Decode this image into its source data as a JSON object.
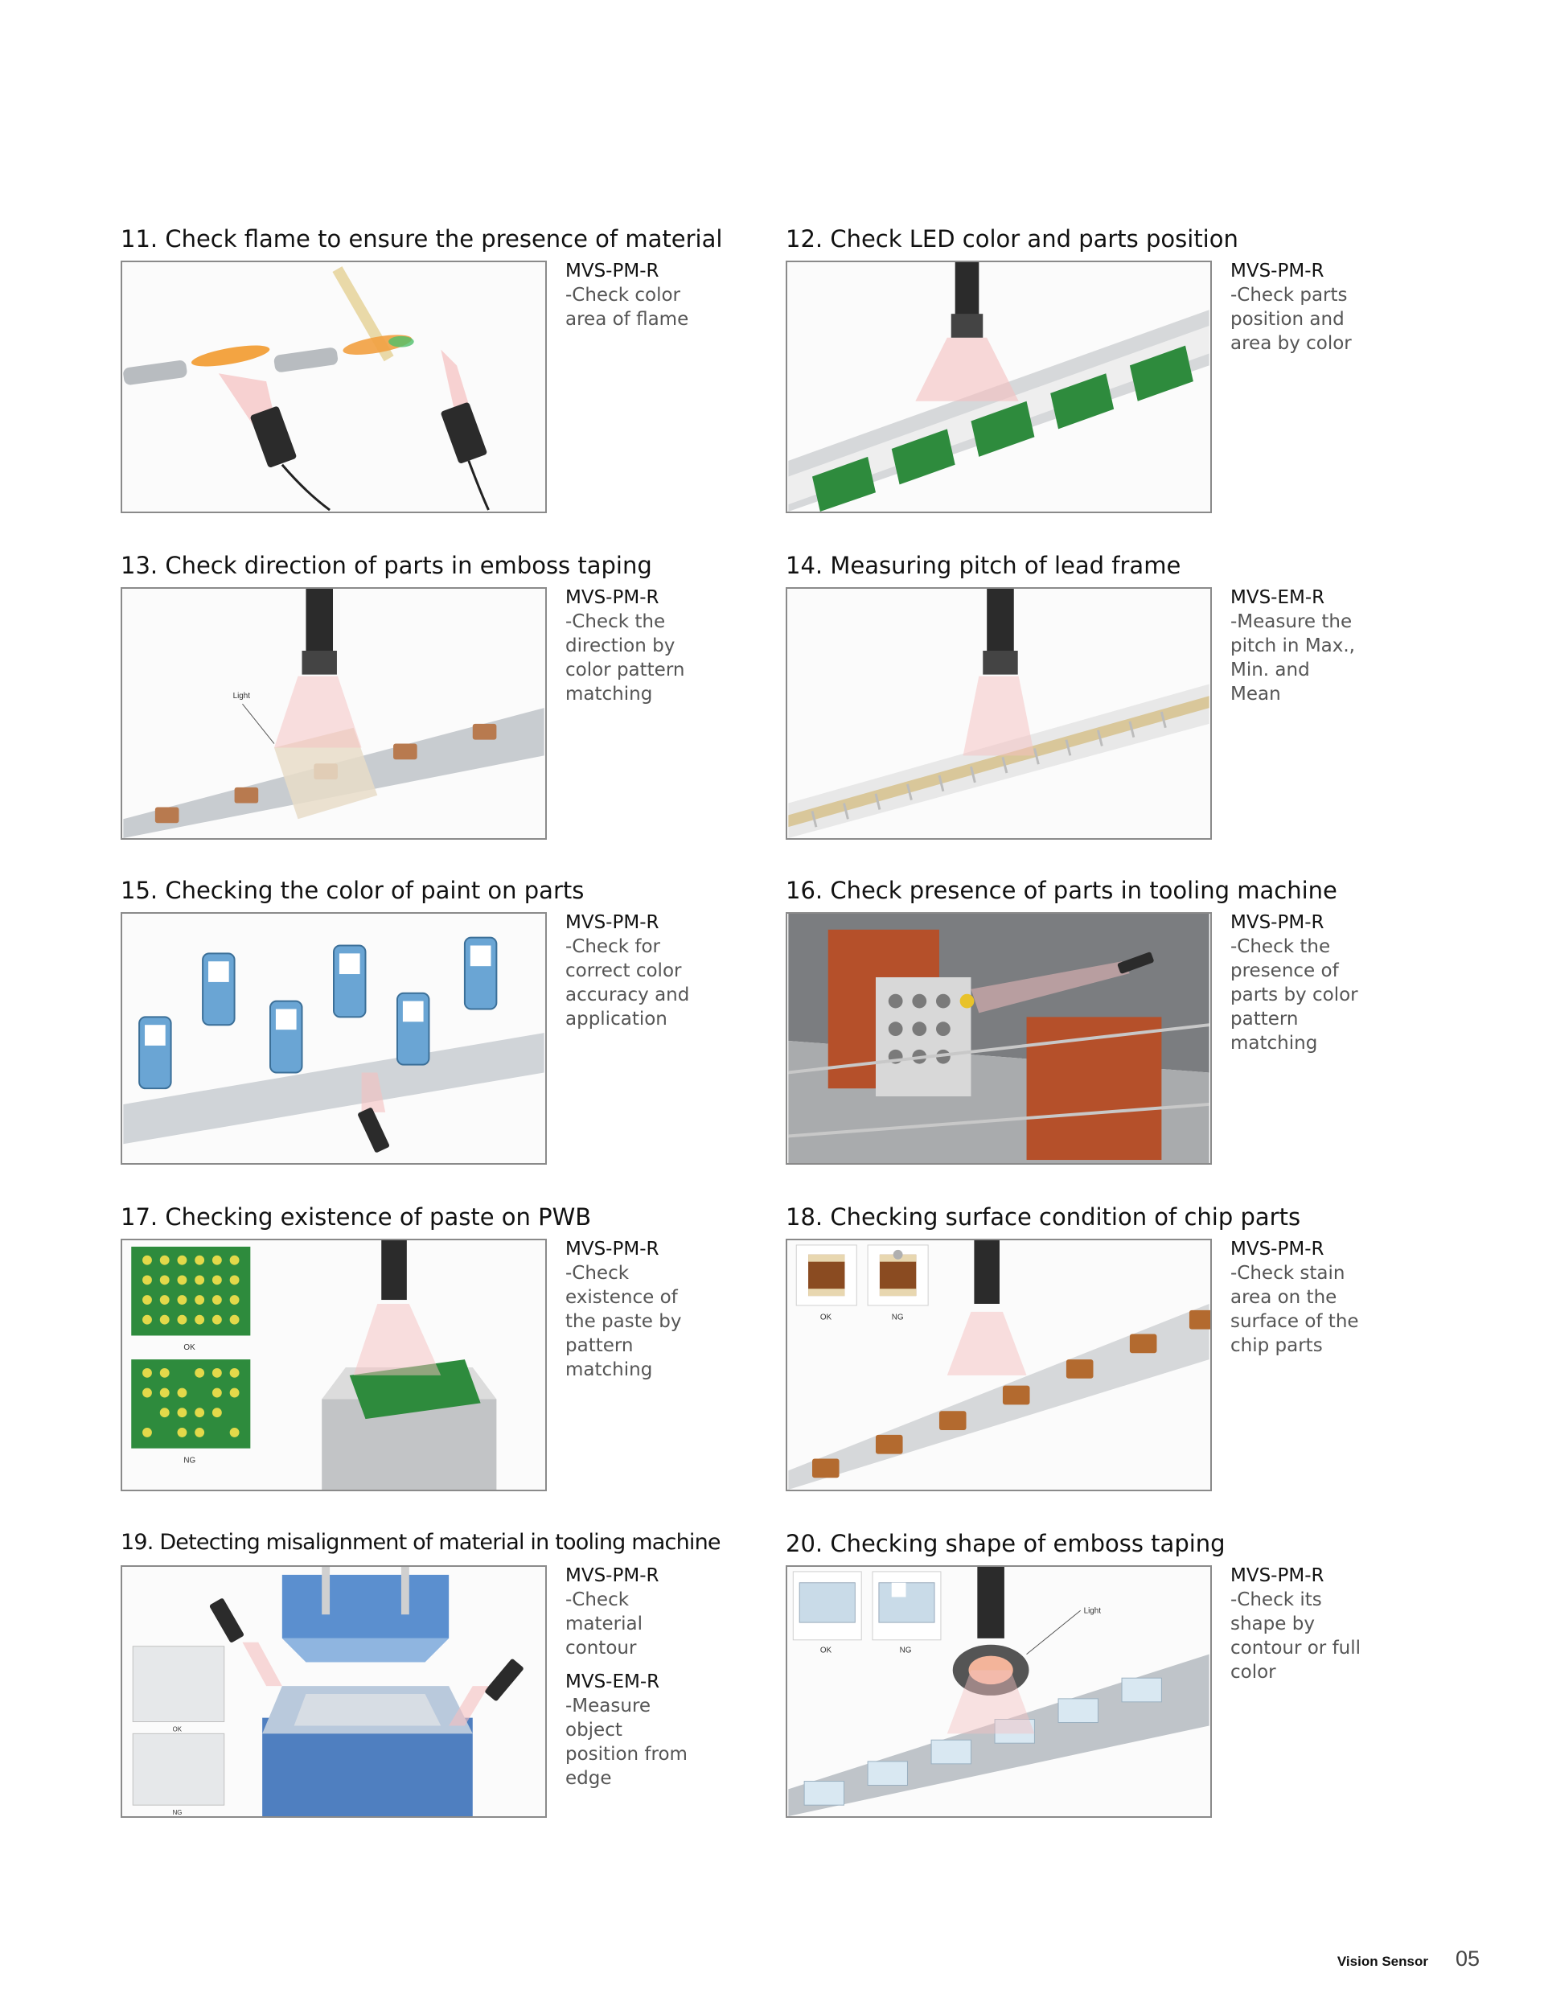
{
  "apps": [
    {
      "title": "11. Check flame to ensure the presence of material",
      "blocks": [
        {
          "model": "MVS-PM-R",
          "text": "-Check color\narea of flame"
        }
      ]
    },
    {
      "title": "12. Check LED color and parts position",
      "blocks": [
        {
          "model": "MVS-PM-R",
          "text": "-Check parts\nposition and\narea by color"
        }
      ]
    },
    {
      "title": "13. Check direction of parts in emboss taping",
      "figure_label": "Light",
      "blocks": [
        {
          "model": "MVS-PM-R",
          "text": "-Check the\ndirection by\ncolor pattern\nmatching"
        }
      ]
    },
    {
      "title": "14. Measuring pitch of lead frame",
      "blocks": [
        {
          "model": "MVS-EM-R",
          "text": "-Measure the\npitch in Max.,\nMin. and\nMean"
        }
      ]
    },
    {
      "title": "15. Checking the color of paint on parts",
      "blocks": [
        {
          "model": "MVS-PM-R",
          "text": "-Check for\ncorrect color\naccuracy and\napplication"
        }
      ]
    },
    {
      "title": "16. Check presence of parts in tooling machine",
      "blocks": [
        {
          "model": "MVS-PM-R",
          "text": "-Check the\npresence of\nparts by color\npattern\nmatching"
        }
      ]
    },
    {
      "title": "17. Checking existence of paste on PWB",
      "figure_labels": {
        "ok": "OK",
        "ng": "NG"
      },
      "blocks": [
        {
          "model": "MVS-PM-R",
          "text": "-Check\nexistence of\nthe paste by\npattern\nmatching"
        }
      ]
    },
    {
      "title": "18. Checking surface condition of chip parts",
      "figure_labels": {
        "ok": "OK",
        "ng": "NG"
      },
      "blocks": [
        {
          "model": "MVS-PM-R",
          "text": "-Check stain\narea on the\nsurface of the\nchip parts"
        }
      ]
    },
    {
      "title": "19. Detecting misalignment of material in tooling machine",
      "figure_labels": {
        "ok": "OK",
        "ng": "NG"
      },
      "blocks": [
        {
          "model": "MVS-PM-R",
          "text": "-Check\nmaterial\ncontour"
        },
        {
          "model": "MVS-EM-R",
          "text": "-Measure\nobject\nposition from\nedge"
        }
      ]
    },
    {
      "title": "20. Checking shape of emboss taping",
      "figure_label": "Light",
      "figure_labels": {
        "ok": "OK",
        "ng": "NG"
      },
      "blocks": [
        {
          "model": "MVS-PM-R",
          "text": "-Check its\nshape by\ncontour or full\ncolor"
        }
      ]
    }
  ],
  "footer": {
    "brand": "Vision Sensor",
    "page": "05"
  }
}
